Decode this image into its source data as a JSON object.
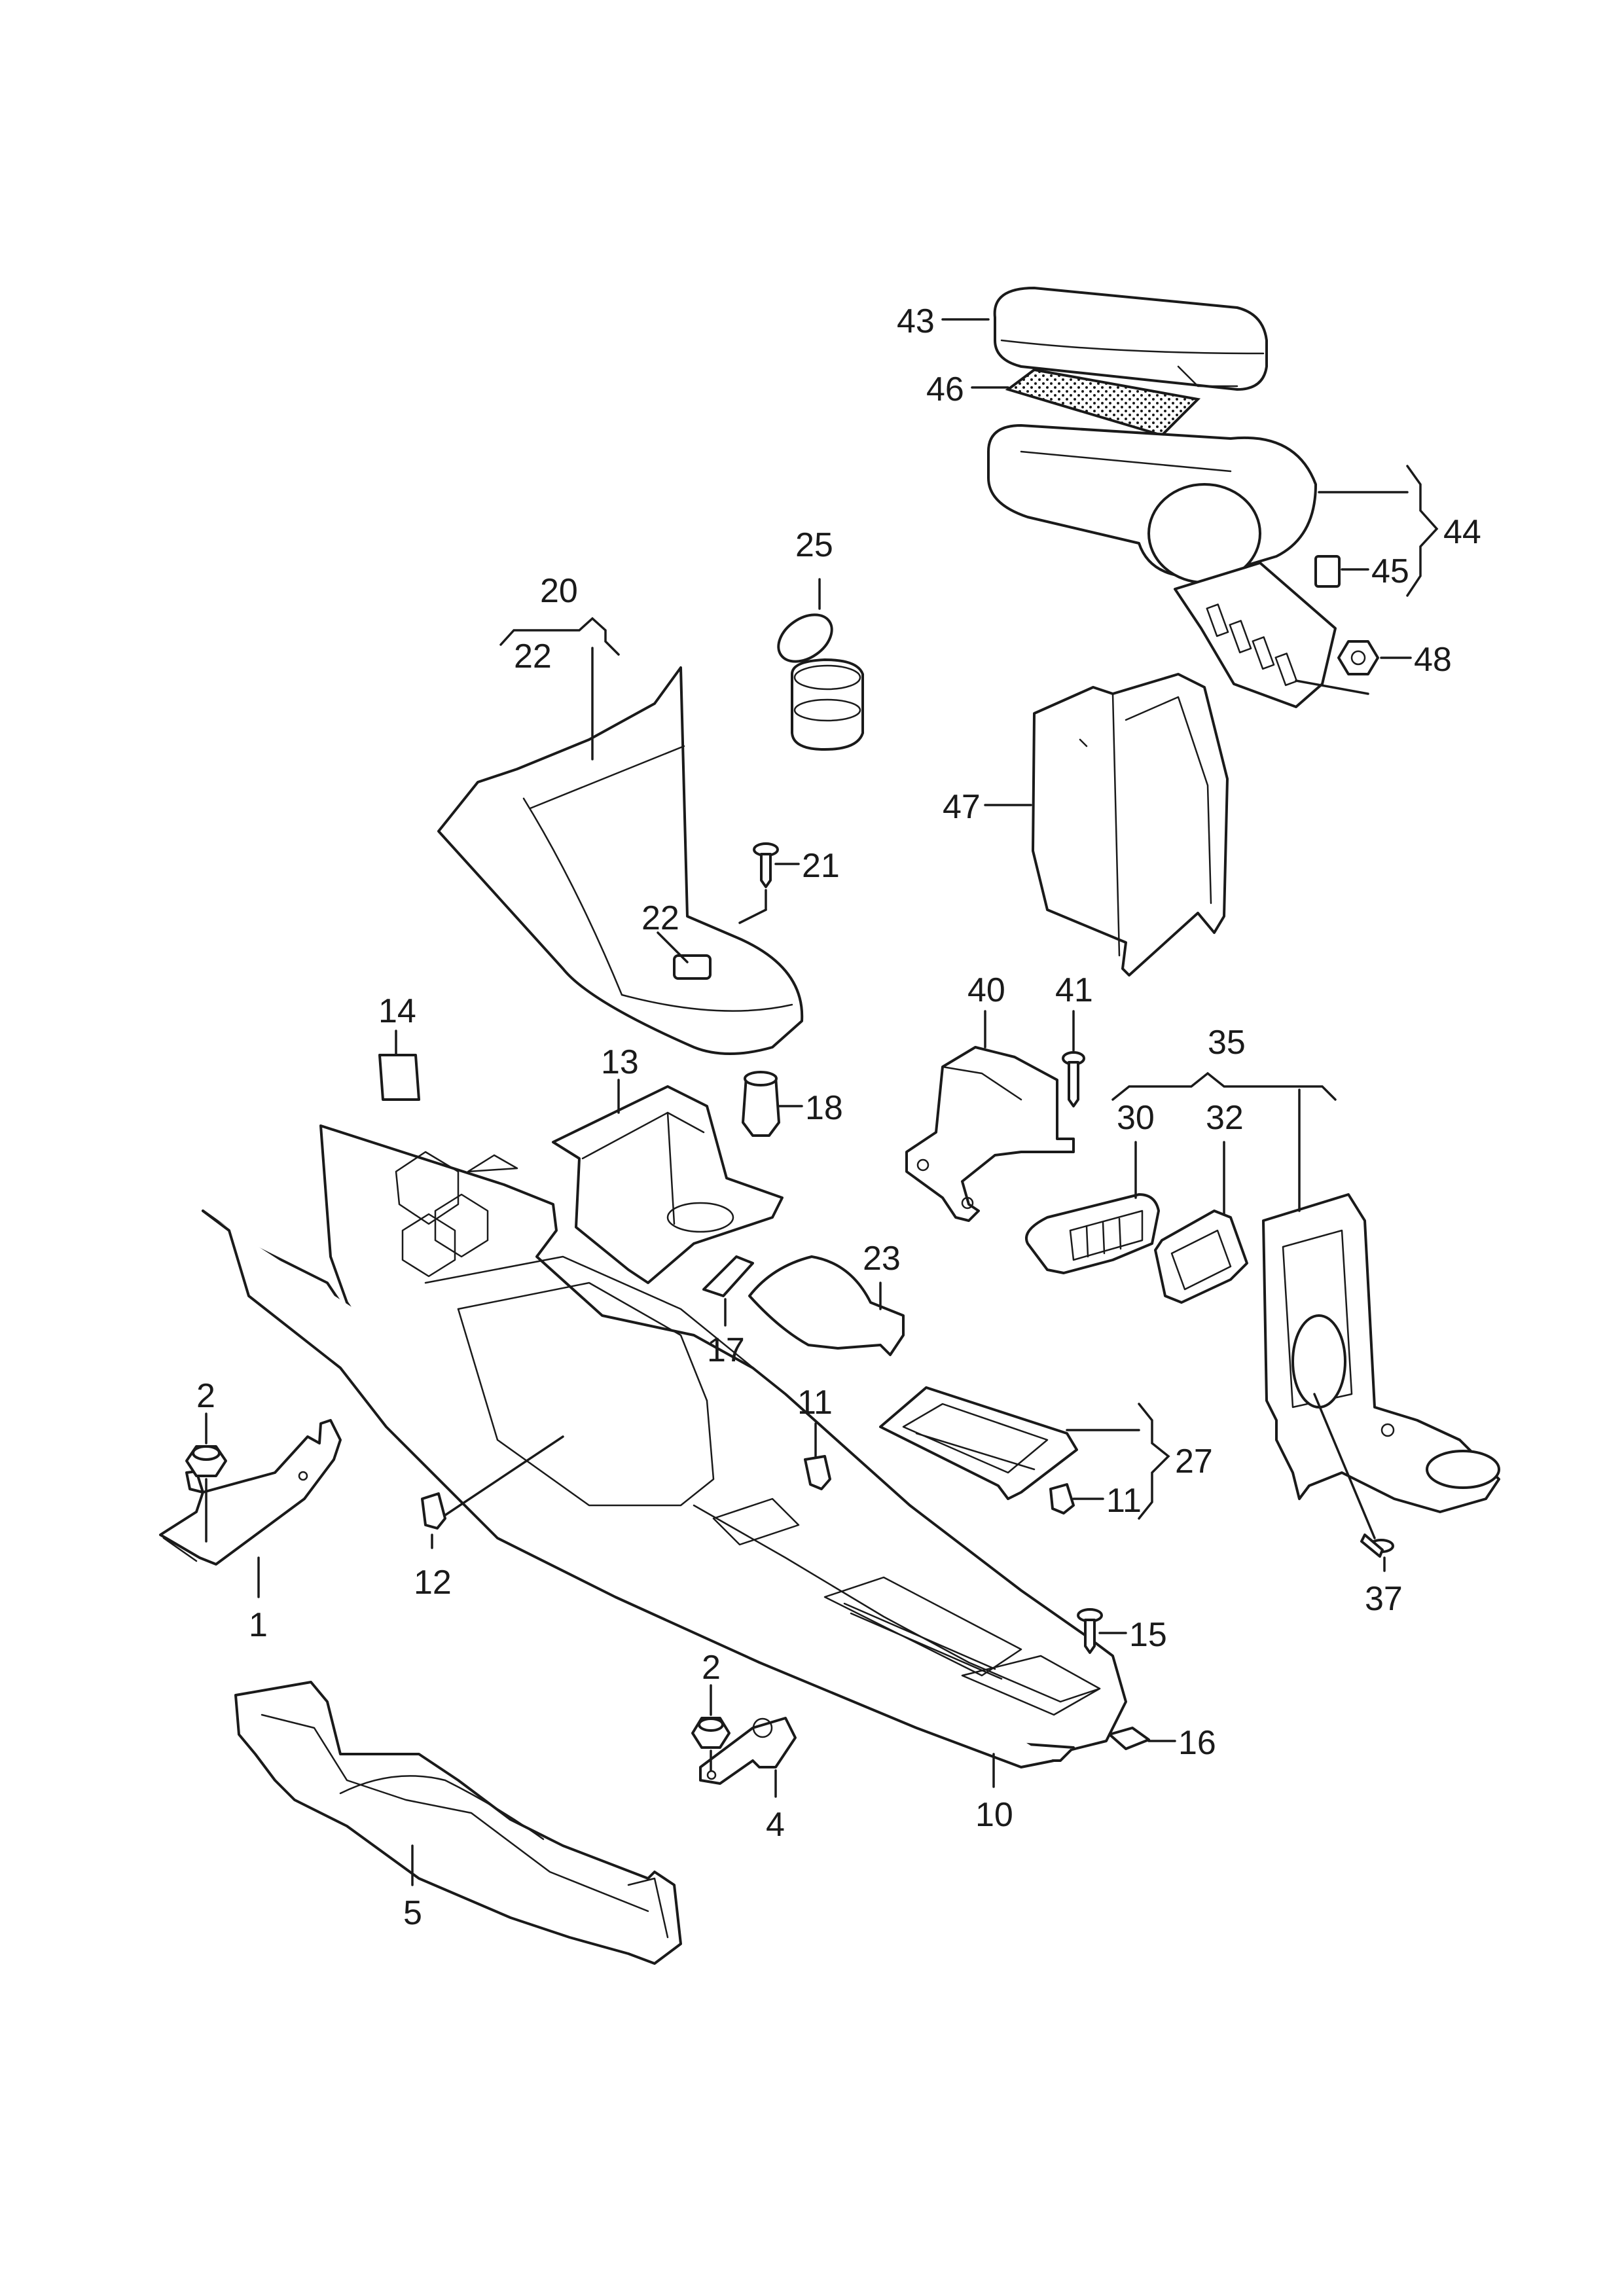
{
  "labels": [
    "1",
    "2",
    "2",
    "4",
    "5",
    "10",
    "11",
    "11",
    "12",
    "13",
    "14",
    "15",
    "16",
    "17",
    "18",
    "20",
    "21",
    "22",
    "22",
    "23",
    "25",
    "27",
    "30",
    "32",
    "35",
    "37",
    "40",
    "41",
    "43",
    "44",
    "45",
    "46",
    "47",
    "48"
  ]
}
